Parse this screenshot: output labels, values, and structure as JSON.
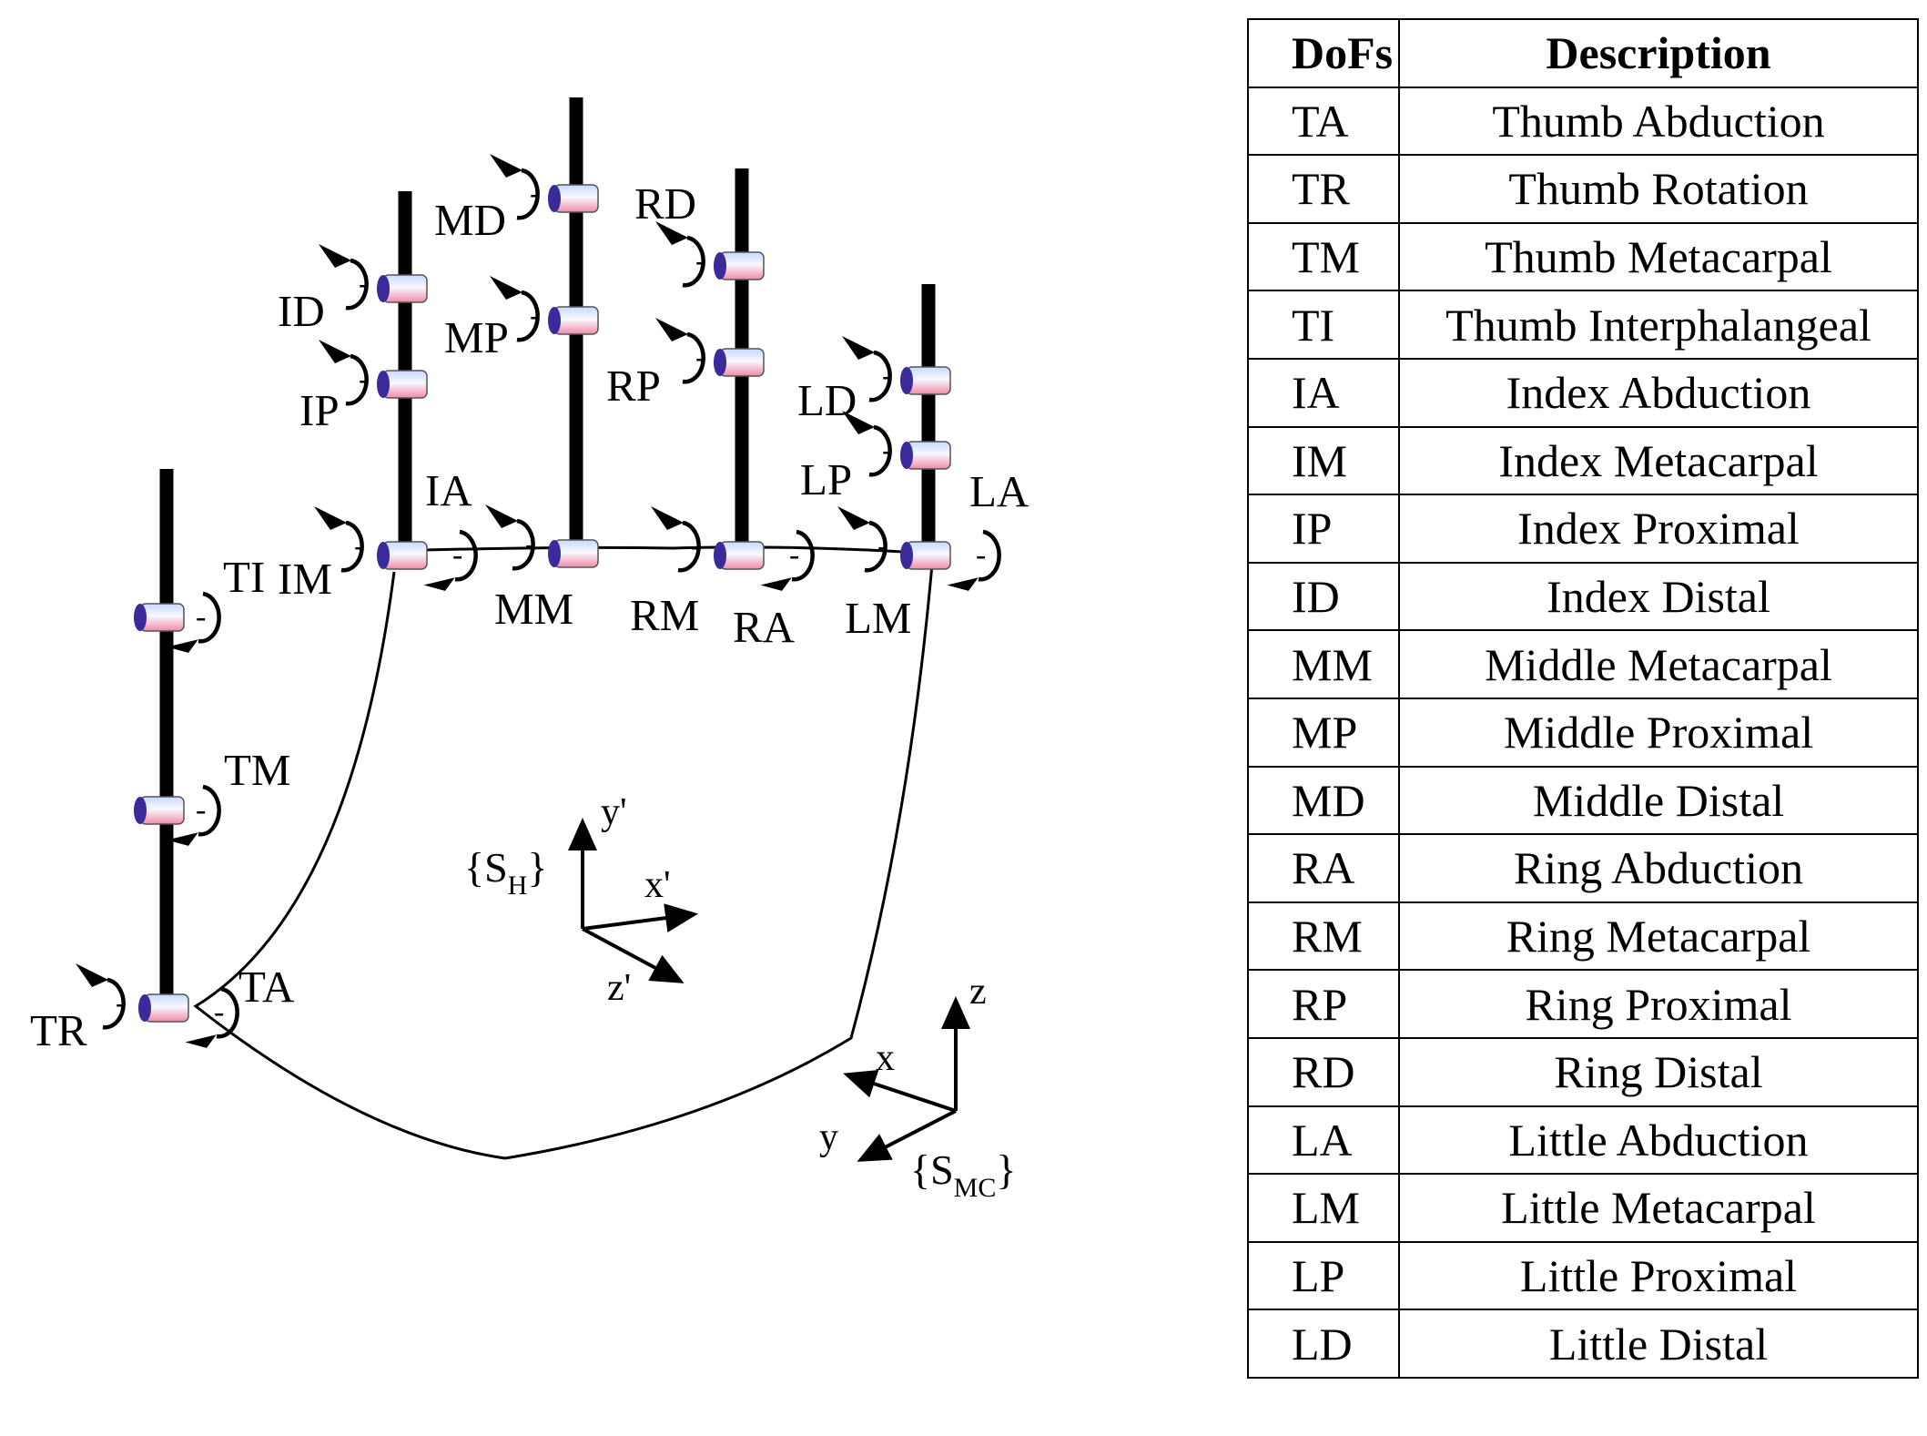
{
  "diagram": {
    "joint_labels": {
      "TA": "TA",
      "TR": "TR",
      "TM": "TM",
      "TI": "TI",
      "IA": "IA",
      "IM": "IM",
      "IP": "IP",
      "ID": "ID",
      "MM": "MM",
      "MP": "MP",
      "MD": "MD",
      "RA": "RA",
      "RM": "RM",
      "RP": "RP",
      "RD": "RD",
      "LA": "LA",
      "LM": "LM",
      "LP": "LP",
      "LD": "LD"
    },
    "frames": {
      "hand": {
        "open": "{S",
        "sub": "H",
        "close": "}",
        "x": "x'",
        "y": "y'",
        "z": "z'"
      },
      "mc": {
        "open": "{S",
        "sub": "MC",
        "close": "}",
        "x": "x",
        "y": "y",
        "z": "z"
      }
    },
    "sign": "-",
    "colors": {
      "cylinder_top": "#7070dd",
      "cylinder_body": "#f4b6c6",
      "end_cap": "#3a2a9a",
      "link": "#000000"
    }
  },
  "table": {
    "headers": [
      "DoFs",
      "Description"
    ],
    "rows": [
      [
        "TA",
        "Thumb Abduction"
      ],
      [
        "TR",
        "Thumb Rotation"
      ],
      [
        "TM",
        "Thumb Metacarpal"
      ],
      [
        "TI",
        "Thumb Interphalangeal"
      ],
      [
        "IA",
        "Index Abduction"
      ],
      [
        "IM",
        "Index Metacarpal"
      ],
      [
        "IP",
        "Index Proximal"
      ],
      [
        "ID",
        "Index Distal"
      ],
      [
        "MM",
        "Middle Metacarpal"
      ],
      [
        "MP",
        "Middle Proximal"
      ],
      [
        "MD",
        "Middle Distal"
      ],
      [
        "RA",
        "Ring Abduction"
      ],
      [
        "RM",
        "Ring Metacarpal"
      ],
      [
        "RP",
        "Ring Proximal"
      ],
      [
        "RD",
        "Ring Distal"
      ],
      [
        "LA",
        "Little Abduction"
      ],
      [
        "LM",
        "Little Metacarpal"
      ],
      [
        "LP",
        "Little Proximal"
      ],
      [
        "LD",
        "Little Distal"
      ]
    ]
  }
}
